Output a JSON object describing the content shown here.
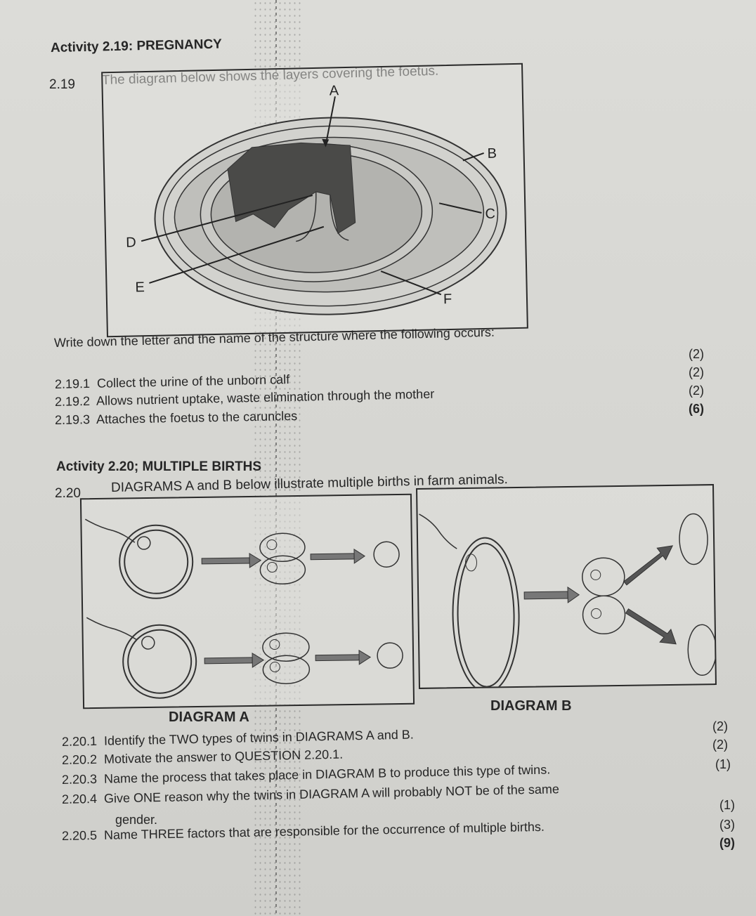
{
  "activity_219": {
    "heading": "Activity 2.19: PREGNANCY",
    "question_number": "2.19",
    "intro": "The diagram below shows the layers covering the foetus.",
    "diagram_labels": [
      "A",
      "B",
      "C",
      "D",
      "E",
      "F"
    ],
    "instruction": "Write down the letter and the name of the structure where the following occurs:",
    "questions": [
      {
        "number": "2.19.1",
        "text": "Collect the urine of the unborn calf",
        "marks": "(2)"
      },
      {
        "number": "2.19.2",
        "text": "Allows nutrient uptake, waste elimination through the mother",
        "marks": "(2)"
      },
      {
        "number": "2.19.3",
        "text": "Attaches the foetus to the caruncles",
        "marks": "(2)"
      }
    ],
    "total": "(6)"
  },
  "activity_220": {
    "heading": "Activity 2.20; MULTIPLE BIRTHS",
    "question_number": "2.20",
    "intro": "DIAGRAMS A and B below illustrate multiple births in farm animals.",
    "diagram_a_caption": "DIAGRAM A",
    "diagram_b_caption": "DIAGRAM B",
    "questions": [
      {
        "number": "2.20.1",
        "text": "Identify the TWO types of twins in DIAGRAMS A and B.",
        "marks": "(2)"
      },
      {
        "number": "2.20.2",
        "text": "Motivate the answer to QUESTION 2.20.1.",
        "marks": "(2)"
      },
      {
        "number": "2.20.3",
        "text": "Name the process that takes place in DIAGRAM B to produce this type of twins.",
        "marks": "(1)"
      },
      {
        "number": "2.20.4",
        "text": "Give ONE reason why the twins in DIAGRAM A will probably NOT be of the same",
        "text_cont": "gender.",
        "marks": "(1)"
      },
      {
        "number": "2.20.5",
        "text": "Name THREE factors that are responsible for the occurrence of multiple births.",
        "marks": "(3)"
      }
    ],
    "total": "(9)"
  }
}
